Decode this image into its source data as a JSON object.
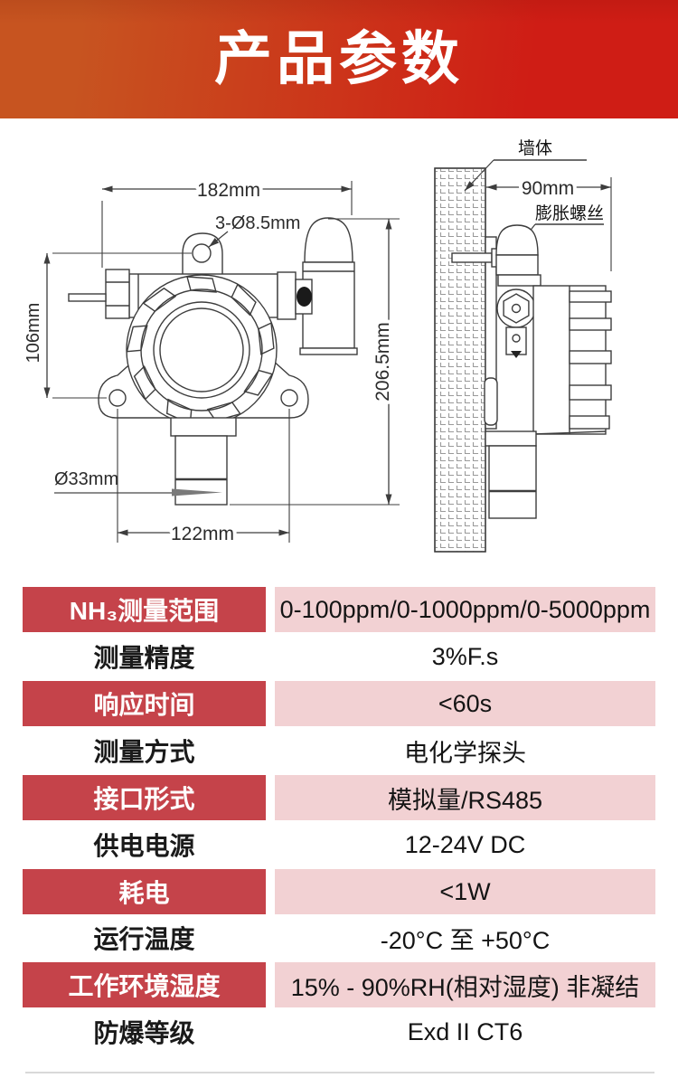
{
  "header": {
    "title": "产品参数"
  },
  "diagram": {
    "front": {
      "width_dim": "182mm",
      "holes_dim": "3-Ø8.5mm",
      "height_dim": "106mm",
      "total_height_dim": "206.5mm",
      "probe_dia_dim": "Ø33mm",
      "base_width_dim": "122mm"
    },
    "side": {
      "wall_label": "墙体",
      "depth_dim": "90mm",
      "screw_label": "膨胀螺丝"
    }
  },
  "table": {
    "rows": [
      {
        "label": "NH₃测量范围",
        "value": "0-100ppm/0-1000ppm/0-5000ppm"
      },
      {
        "label": "测量精度",
        "value": "3%F.s"
      },
      {
        "label": "响应时间",
        "value": "<60s"
      },
      {
        "label": "测量方式",
        "value": "电化学探头"
      },
      {
        "label": "接口形式",
        "value": "模拟量/RS485"
      },
      {
        "label": "供电电源",
        "value": "12-24V DC"
      },
      {
        "label": "耗电",
        "value": "<1W"
      },
      {
        "label": "运行温度",
        "value": "-20°C 至 +50°C"
      },
      {
        "label": "工作环境湿度",
        "value": "15% - 90%RH(相对湿度) 非凝结"
      },
      {
        "label": "防爆等级",
        "value": "Exd II CT6"
      }
    ]
  },
  "colors": {
    "banner_orange": "#c75420",
    "banner_red": "#cf1d15",
    "row_red": "#c5434a",
    "row_pink": "#f2d1d3"
  }
}
